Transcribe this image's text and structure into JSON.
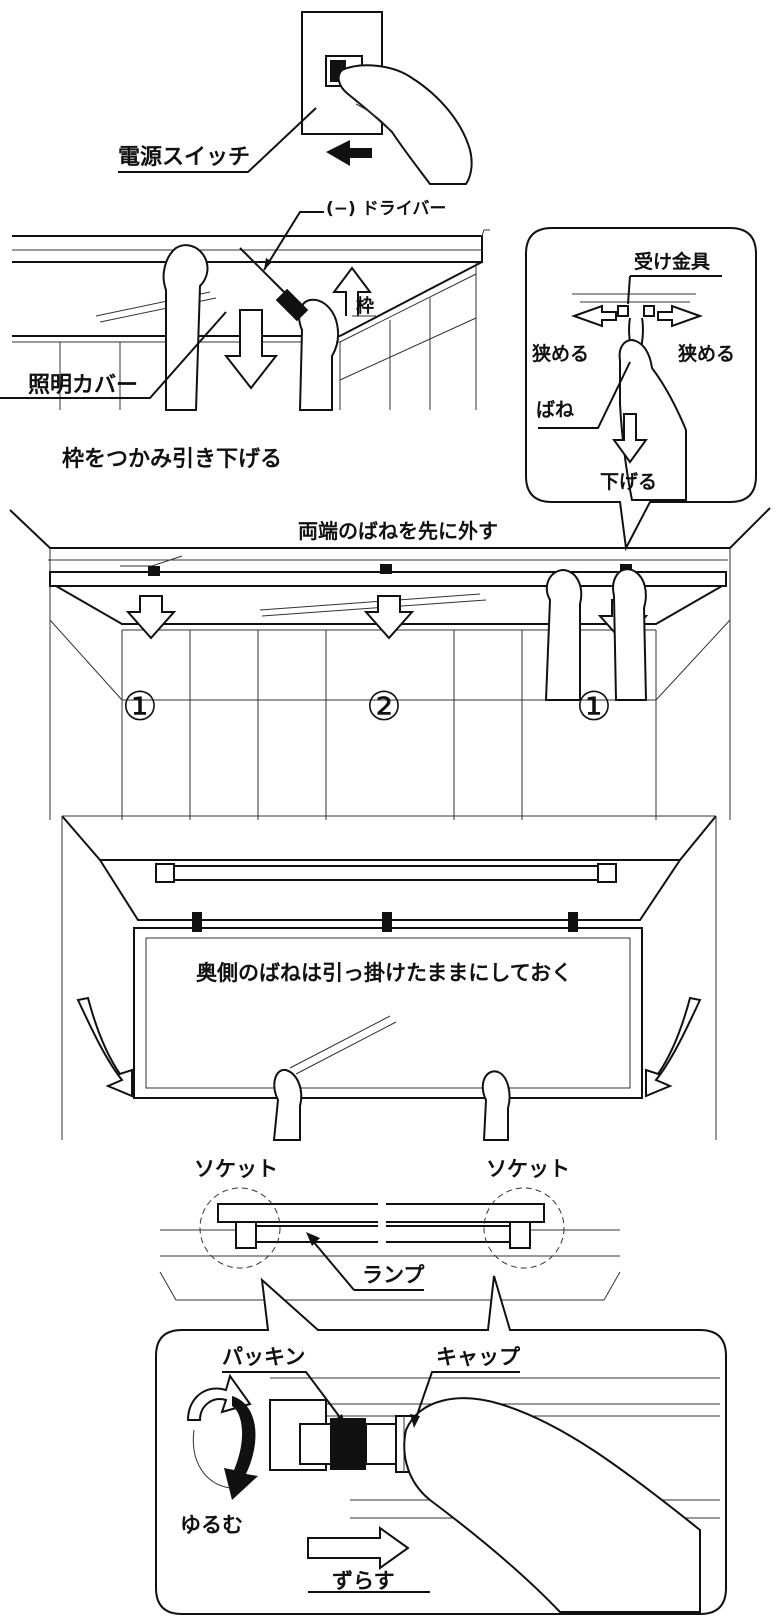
{
  "panel1": {
    "power_switch": "電源スイッチ"
  },
  "panel2": {
    "screwdriver": "(−) ドライバー",
    "frame": "枠",
    "lighting_cover": "照明カバー",
    "caption": "枠をつかみ引き下げる",
    "detail": {
      "bracket": "受け金具",
      "narrow_left": "狭める",
      "narrow_right": "狭める",
      "spring": "ばね",
      "lower": "下げる"
    }
  },
  "panel3": {
    "caption": "両端のばねを先に外す",
    "order": [
      "①",
      "②",
      "①"
    ]
  },
  "panel4": {
    "caption": "奥側のばねは引っ掛けたままにしておく"
  },
  "panel5": {
    "socket_left": "ソケット",
    "socket_right": "ソケット",
    "lamp": "ランプ",
    "detail": {
      "packing": "パッキン",
      "cap": "キャップ",
      "loosen": "ゆるむ",
      "slide": "ずらす"
    }
  }
}
